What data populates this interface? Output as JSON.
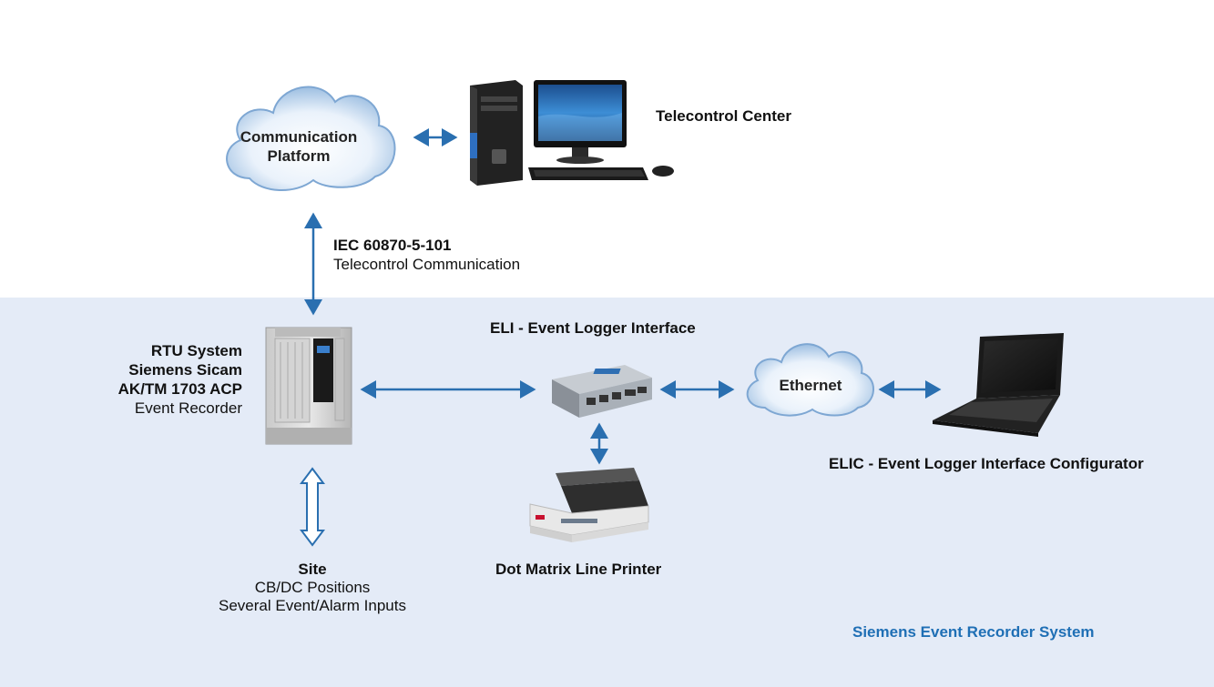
{
  "clouds": {
    "communication_platform": {
      "line1": "Communication",
      "line2": "Platform"
    },
    "ethernet": {
      "label": "Ethernet"
    }
  },
  "telecontrol_center": {
    "label": "Telecontrol Center"
  },
  "protocol": {
    "name": "IEC 60870-5-101",
    "description": "Telecontrol Communication"
  },
  "rtu": {
    "line1": "RTU System",
    "line2": "Siemens Sicam",
    "line3": "AK/TM 1703 ACP",
    "line4": "Event Recorder"
  },
  "eli": {
    "label": "ELI - Event Logger Interface"
  },
  "elic": {
    "label": "ELIC - Event Logger Interface Configurator"
  },
  "printer": {
    "label": "Dot Matrix Line Printer"
  },
  "site": {
    "title": "Site",
    "line1": "CB/DC Positions",
    "line2": "Several Event/Alarm Inputs"
  },
  "footer": {
    "caption": "Siemens Event Recorder System"
  },
  "colors": {
    "connector": "#2a6fb0",
    "band": "#e4ebf7",
    "caption": "#1f6fb5"
  }
}
